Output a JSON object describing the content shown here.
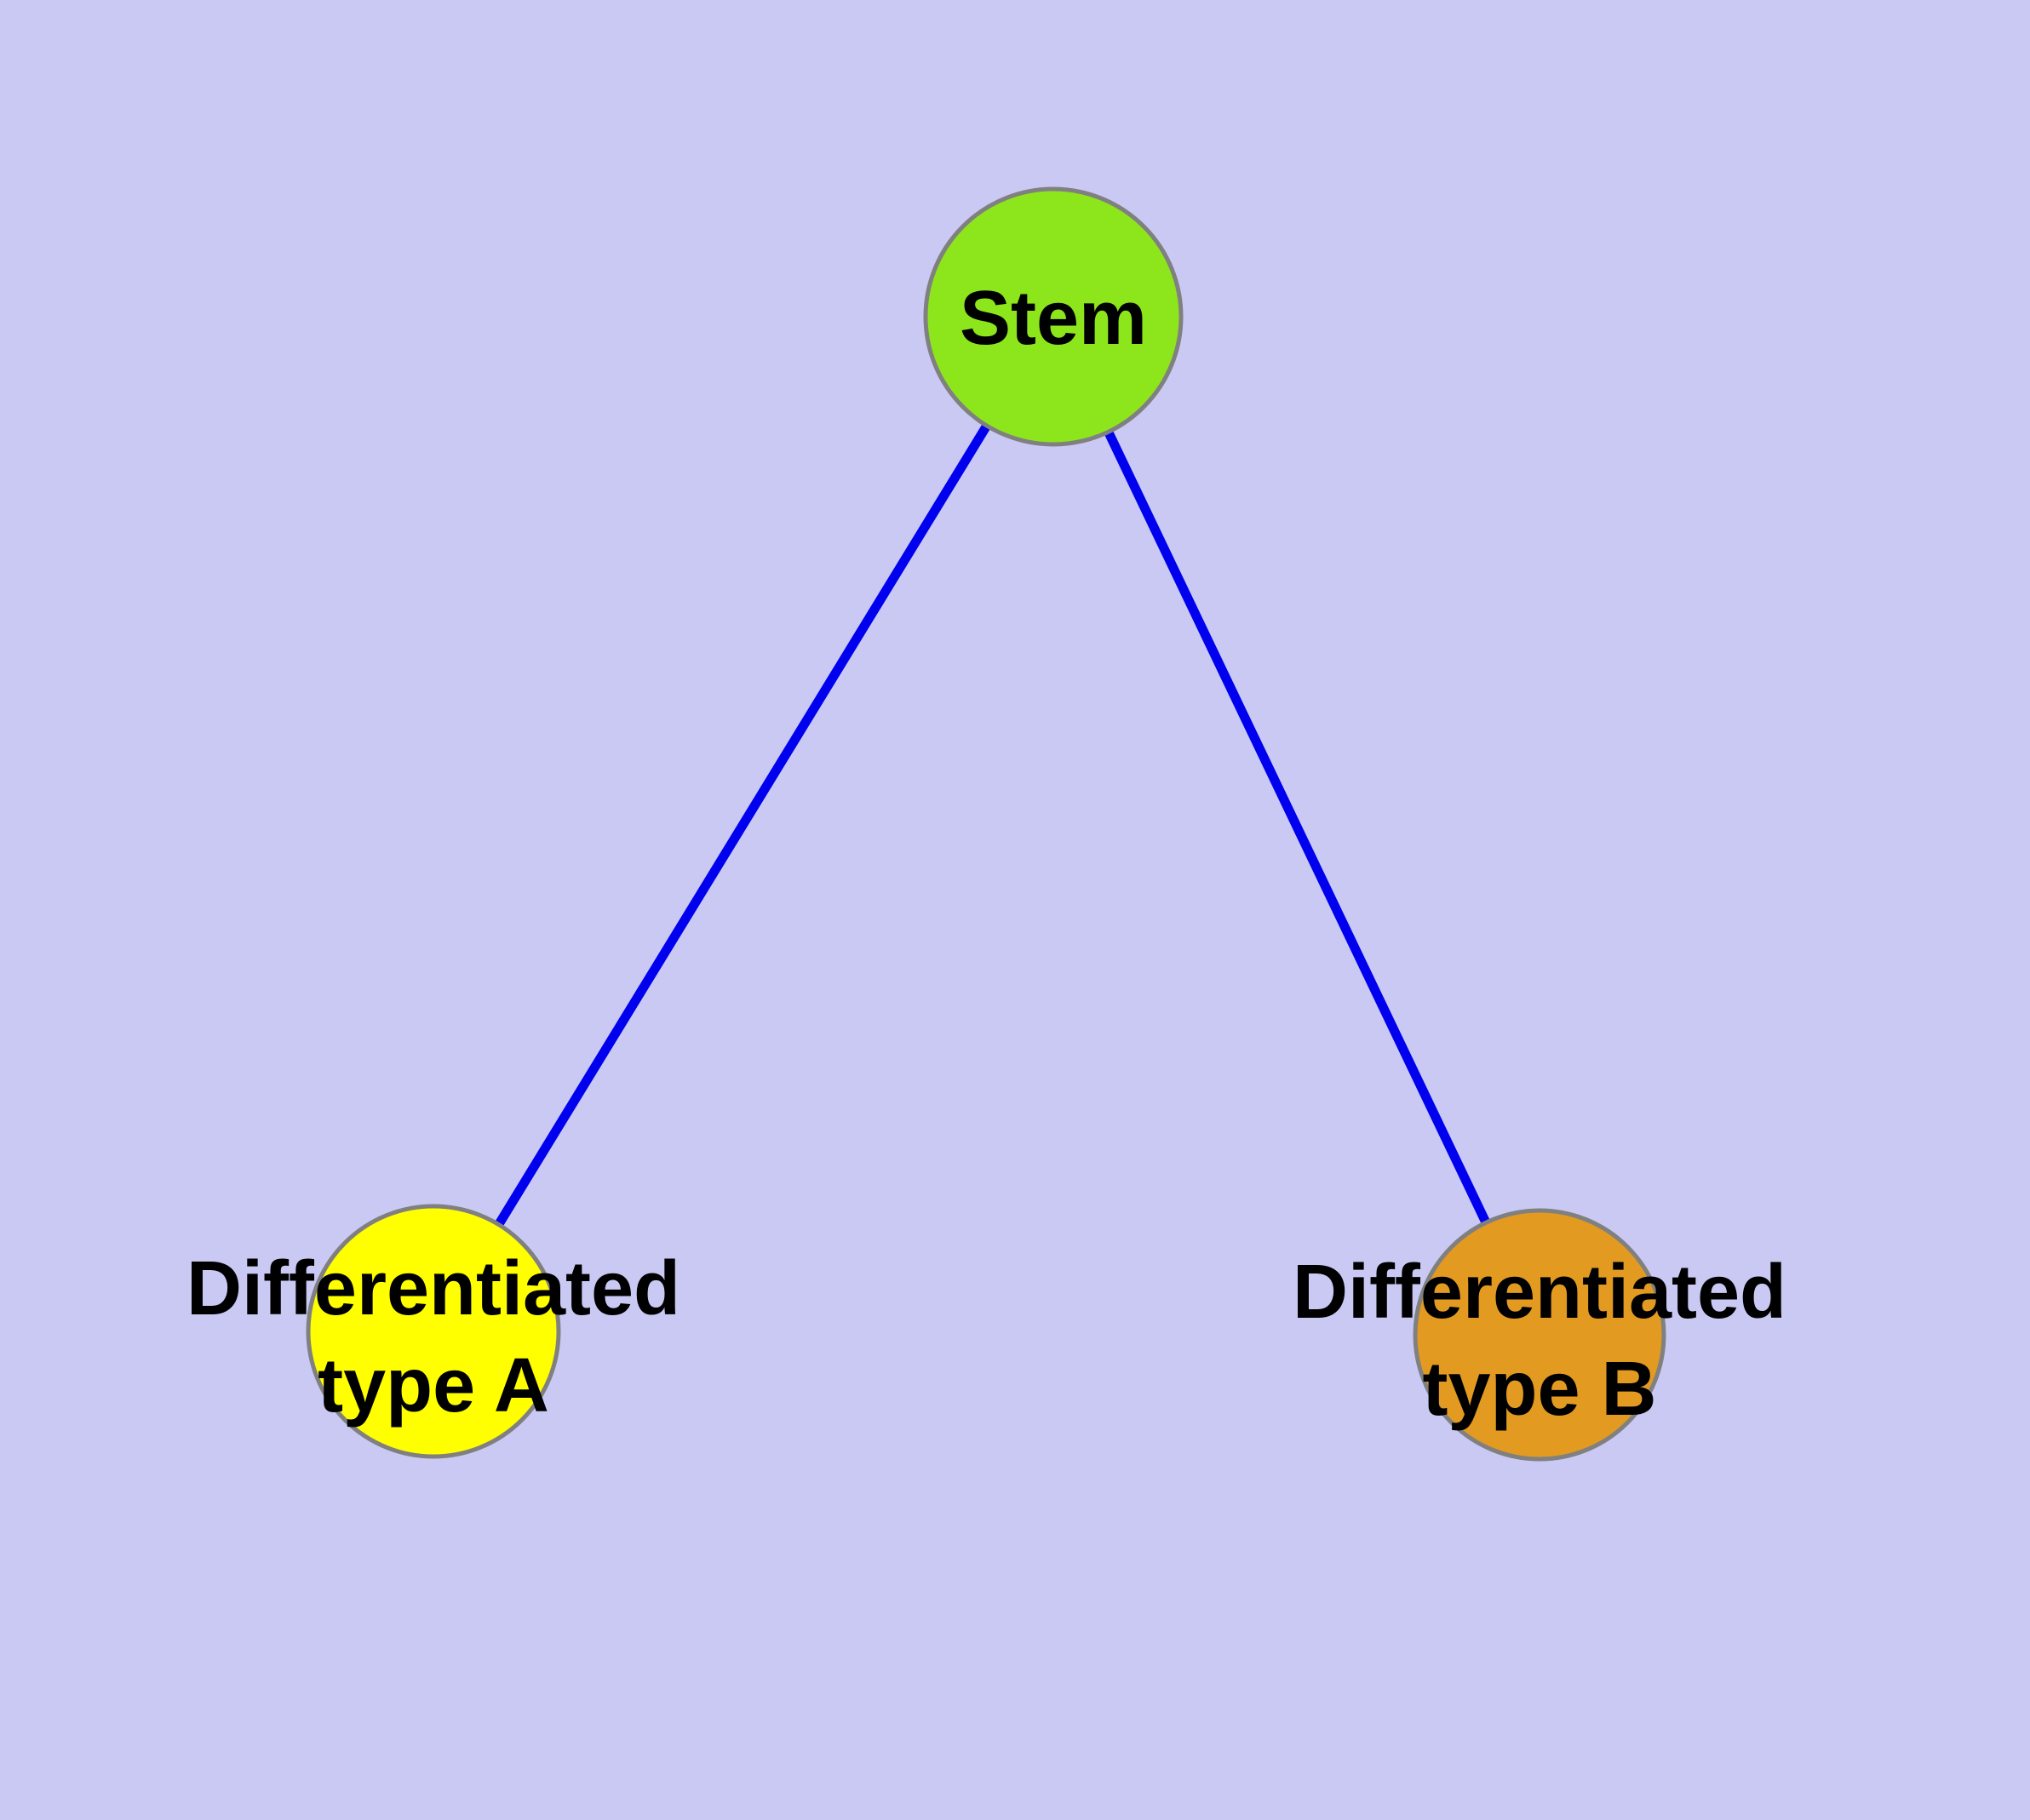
{
  "diagram": {
    "background_color": "#C9C9F4",
    "edge_color": "#0000EE",
    "node_border_color": "#808080",
    "label_text_color": "#000000",
    "nodes": {
      "stem": {
        "label": "Stem",
        "color": "#8DE61C"
      },
      "type_a": {
        "label_line1": "Differentiated",
        "label_line2": "type A",
        "color": "#FFFF00"
      },
      "type_b": {
        "label_line1": "Differentiated",
        "label_line2": "type B",
        "color": "#E29A21"
      }
    },
    "edges": [
      {
        "from": "Stem",
        "to": "Differentiated type A"
      },
      {
        "from": "Stem",
        "to": "Differentiated type B"
      }
    ]
  }
}
